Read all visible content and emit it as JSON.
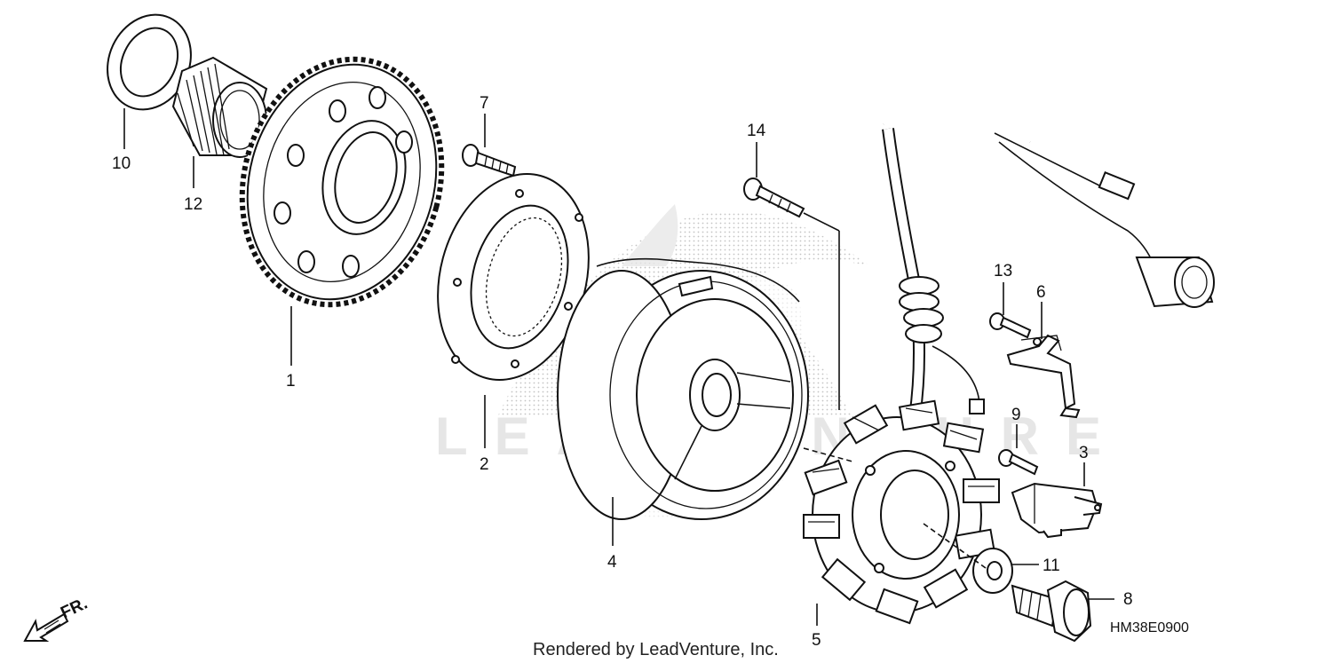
{
  "diagram": {
    "watermark": "LEADVENTURE",
    "credit": "Rendered by LeadVenture, Inc.",
    "diagram_code": "HM38E0900",
    "direction_label": "FR.",
    "callouts": {
      "c1": "1",
      "c2": "2",
      "c3": "3",
      "c4": "4",
      "c5": "5",
      "c6": "6",
      "c7": "7",
      "c8": "8",
      "c9": "9",
      "c10": "10",
      "c11": "11",
      "c12": "12",
      "c13": "13",
      "c14": "14"
    }
  }
}
